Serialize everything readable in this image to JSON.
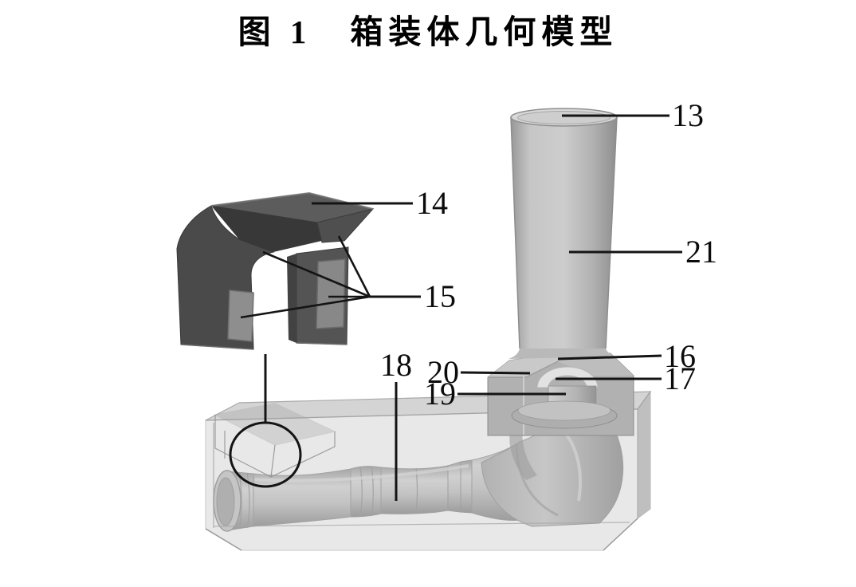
{
  "figure": {
    "title": "图 1　箱装体几何模型",
    "kind": "3D geometric model with numbered part callouts"
  },
  "labels": {
    "l13": "13",
    "l14": "14",
    "l15": "15",
    "l16": "16",
    "l17": "17",
    "l18": "18",
    "l19": "19",
    "l20": "20",
    "l21": "21"
  },
  "colors": {
    "background": "#ffffff",
    "text": "#000000",
    "leader_line": "#141414",
    "model_light": "#cdcdcd",
    "model_mid": "#a9a9a9",
    "model_dark_part": "#4c4c4c",
    "panel_gray": "#8c8c8c",
    "case_translucent": "#c3c3c3"
  }
}
